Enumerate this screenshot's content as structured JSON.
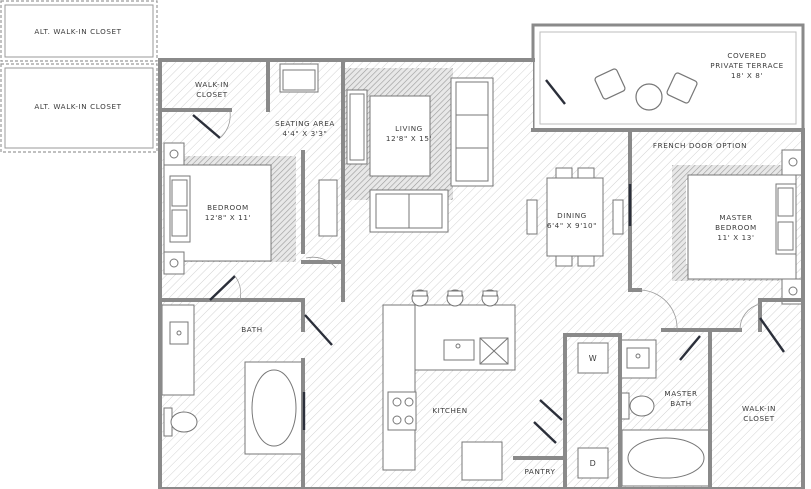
{
  "rooms": {
    "alt_closet_1": {
      "name": "ALT. WALK-IN CLOSET"
    },
    "alt_closet_2": {
      "name": "ALT. WALK-IN CLOSET"
    },
    "walkin_closet_left": {
      "line1": "WALK-IN",
      "line2": "CLOSET"
    },
    "seating_area": {
      "name": "SEATING AREA",
      "size": "4'4\" X 3'3\""
    },
    "living": {
      "name": "LIVING",
      "size": "12'8\" X 15'"
    },
    "terrace": {
      "line1": "COVERED",
      "line2": "PRIVATE TERRACE",
      "size": "18' X 8'"
    },
    "french_door": {
      "name": "FRENCH DOOR OPTION"
    },
    "bedroom": {
      "name": "BEDROOM",
      "size": "12'8\" X 11'"
    },
    "dining": {
      "name": "DINING",
      "size": "6'4\" X 9'10\""
    },
    "master_bedroom": {
      "line1": "MASTER",
      "line2": "BEDROOM",
      "size": "11' X 13'"
    },
    "bath": {
      "name": "BATH"
    },
    "kitchen": {
      "name": "KITCHEN"
    },
    "master_bath": {
      "line1": "MASTER",
      "line2": "BATH"
    },
    "walkin_closet_right": {
      "line1": "WALK-IN",
      "line2": "CLOSET"
    },
    "pantry": {
      "name": "PANTRY"
    }
  },
  "appliances": {
    "washer": "W",
    "dryer": "D"
  },
  "colors": {
    "wall": "#8a8a8a",
    "hatch": "#d4d4d4",
    "rug": "#a9a9a9",
    "door": "#2b2f3a",
    "furniture": "#777777"
  }
}
